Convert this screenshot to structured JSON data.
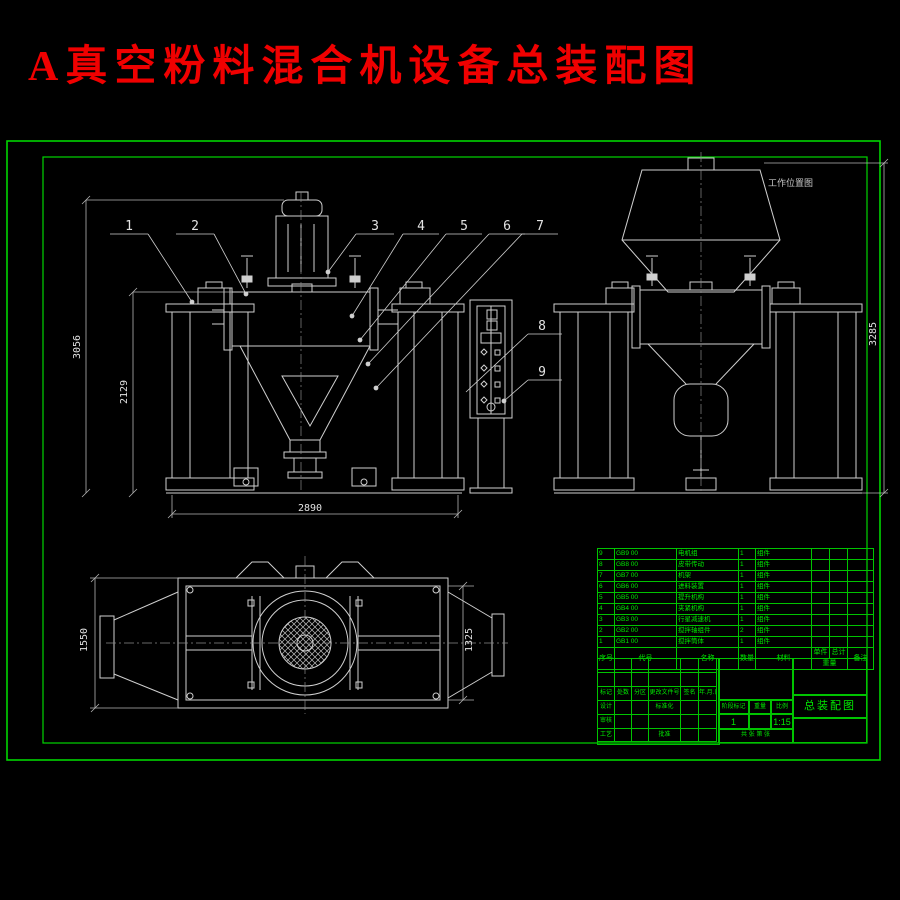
{
  "page_title": "A真空粉料混合机设备总装配图",
  "views": {
    "working_position_label": "工作位置图",
    "callouts": [
      "1",
      "2",
      "3",
      "4",
      "5",
      "6",
      "7",
      "8",
      "9"
    ],
    "dimensions": {
      "front_total_height": "3056",
      "front_axis_height": "2129",
      "front_width": "2890",
      "plan_height_left": "1550",
      "plan_height_right": "1325",
      "side_total_height": "3285"
    }
  },
  "parts_list": {
    "headers": {
      "no": "序号",
      "code": "代号",
      "name": "名称",
      "qty": "数量",
      "material": "材料",
      "weight": "重量",
      "weight_each": "单件",
      "weight_total": "总计",
      "remark": "备注"
    },
    "rows": [
      {
        "no": "9",
        "code": "GB9 00",
        "name": "电机组",
        "qty": "1",
        "material": "组件",
        "w_each": "",
        "w_total": "",
        "remark": ""
      },
      {
        "no": "8",
        "code": "GB8 00",
        "name": "皮带传动",
        "qty": "1",
        "material": "组件",
        "w_each": "",
        "w_total": "",
        "remark": ""
      },
      {
        "no": "7",
        "code": "GB7 00",
        "name": "机架",
        "qty": "1",
        "material": "组件",
        "w_each": "",
        "w_total": "",
        "remark": ""
      },
      {
        "no": "6",
        "code": "GB6 00",
        "name": "进料装置",
        "qty": "1",
        "material": "组件",
        "w_each": "",
        "w_total": "",
        "remark": ""
      },
      {
        "no": "5",
        "code": "GB5 00",
        "name": "提升机构",
        "qty": "1",
        "material": "组件",
        "w_each": "",
        "w_total": "",
        "remark": ""
      },
      {
        "no": "4",
        "code": "GB4 00",
        "name": "夹紧机构",
        "qty": "1",
        "material": "组件",
        "w_each": "",
        "w_total": "",
        "remark": ""
      },
      {
        "no": "3",
        "code": "GB3 00",
        "name": "行星减速机",
        "qty": "1",
        "material": "组件",
        "w_each": "",
        "w_total": "",
        "remark": ""
      },
      {
        "no": "2",
        "code": "GB2 00",
        "name": "搅拌轴组件",
        "qty": "2",
        "material": "组件",
        "w_each": "",
        "w_total": "",
        "remark": ""
      },
      {
        "no": "1",
        "code": "GB1 00",
        "name": "搅拌筒体",
        "qty": "1",
        "material": "组件",
        "w_each": "",
        "w_total": "",
        "remark": ""
      }
    ]
  },
  "title_block": {
    "left_grid": [
      [
        "",
        "",
        "",
        "",
        "",
        ""
      ],
      [
        "",
        "",
        "",
        "",
        "",
        ""
      ],
      [
        "标记",
        "处数",
        "分区",
        "更改文件号",
        "签名",
        "年.月.日"
      ],
      [
        "设计",
        "",
        "",
        "标准化",
        "",
        ""
      ],
      [
        "审核",
        "",
        "",
        "",
        "",
        ""
      ],
      [
        "工艺",
        "",
        "",
        "批准",
        "",
        ""
      ]
    ],
    "stage_header": "阶段标记",
    "weight_header": "重量",
    "scale_header": "比例",
    "stage_value": "1",
    "scale_value": "1:15",
    "sheet_note": "共 张 第 张",
    "drawing_name": "总装配图"
  }
}
